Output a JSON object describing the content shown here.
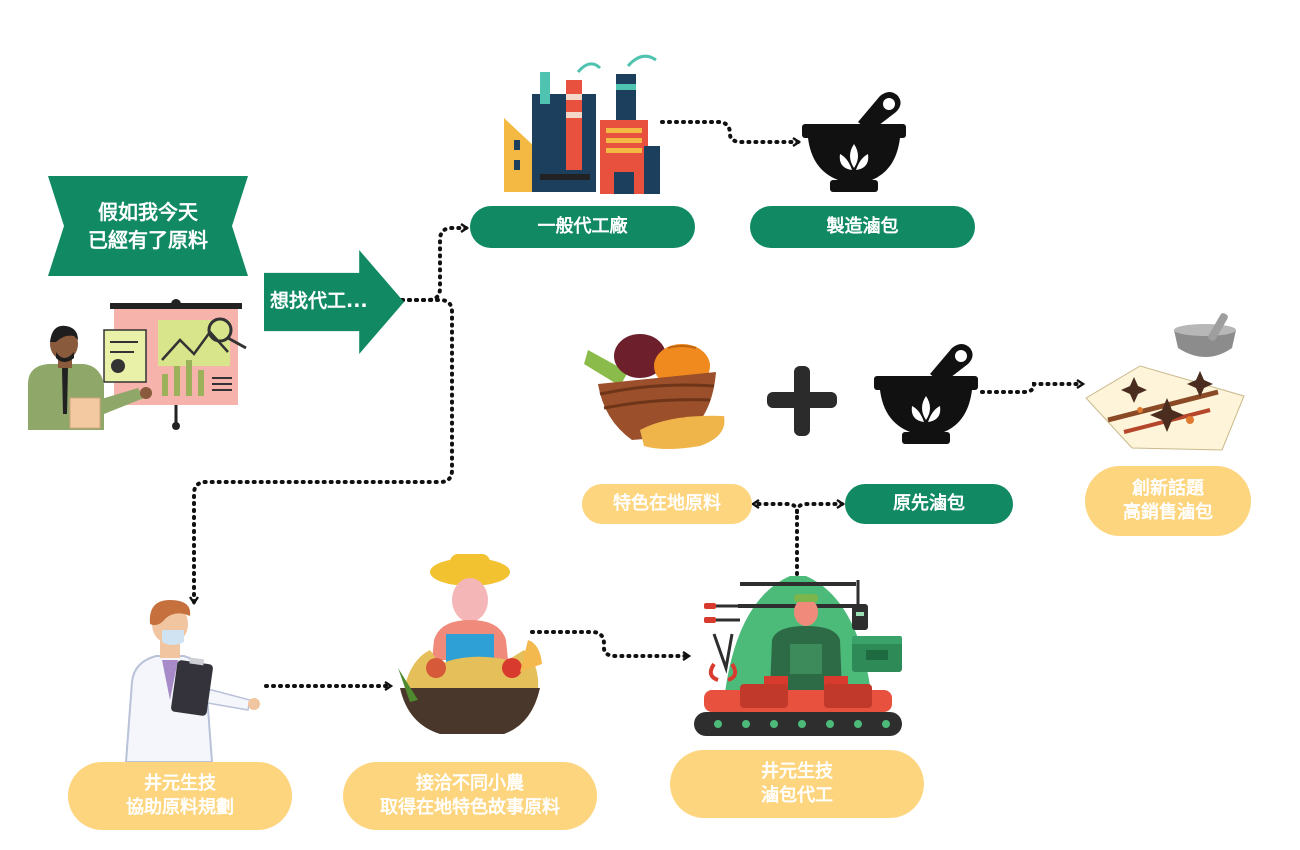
{
  "banner": {
    "line1": "假如我今天",
    "line2": "已經有了原料"
  },
  "arrow_label": "想找代工...",
  "nodes": {
    "general_factory": "一般代工廠",
    "make_pack": "製造滷包",
    "local_material": "特色在地原料",
    "original_pack": "原先滷包",
    "innovation": {
      "line1": "創新話題",
      "line2": "高銷售滷包"
    },
    "planning": {
      "line1": "井元生技",
      "line2": "協助原料規劃"
    },
    "farmers": {
      "line1": "接洽不同小農",
      "line2": "取得在地特色故事原料"
    },
    "oem": {
      "line1": "井元生技",
      "line2": "滷包代工"
    }
  },
  "colors": {
    "brand_green": "#118a64",
    "accent_yellow": "#fdd57f"
  },
  "icons": [
    "businessman-presentation-icon",
    "factory-icon",
    "mortar-pestle-icon",
    "vegetable-basket-icon",
    "plus-icon",
    "spice-pack-icon",
    "doctor-icon",
    "farmer-icon",
    "factory-worker-icon"
  ]
}
